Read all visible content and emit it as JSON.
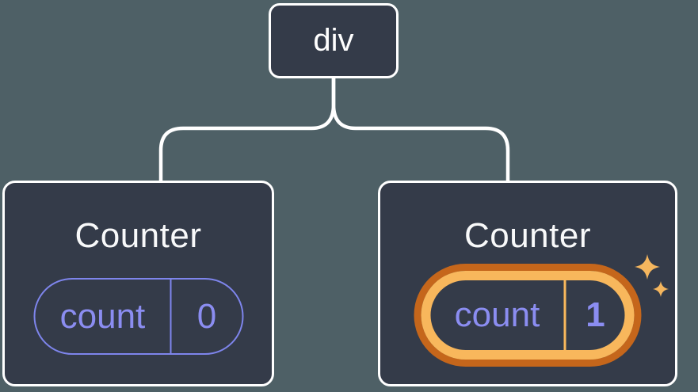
{
  "root_node": {
    "label": "div"
  },
  "counters": [
    {
      "title": "Counter",
      "state_key": "count",
      "state_value": "0",
      "highlighted": false
    },
    {
      "title": "Counter",
      "state_key": "count",
      "state_value": "1",
      "highlighted": true
    }
  ],
  "icons": {
    "sparkle_large": "sparkle-icon",
    "sparkle_small": "sparkle-icon"
  },
  "colors": {
    "background": "#4e6066",
    "node_fill": "#343b49",
    "node_border": "#ffffff",
    "state_purple": "#8b8df1",
    "state_purple_border": "#7e85ec",
    "highlight_light": "#f8b75c",
    "highlight_dark": "#c5661b"
  }
}
